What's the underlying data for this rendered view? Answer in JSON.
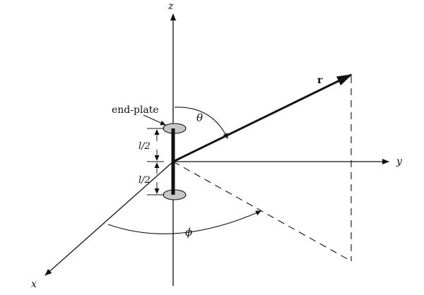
{
  "labels": {
    "z_axis": "z",
    "y_axis": "y",
    "x_axis": "x",
    "r_vector": "r",
    "theta": "θ",
    "phi": "ϕ",
    "end_plate": "end-plate",
    "half_length_top": "l/2",
    "half_length_bottom": "l/2"
  },
  "colors": {
    "line": "#111111",
    "plate_fill": "#c8c8c8"
  }
}
